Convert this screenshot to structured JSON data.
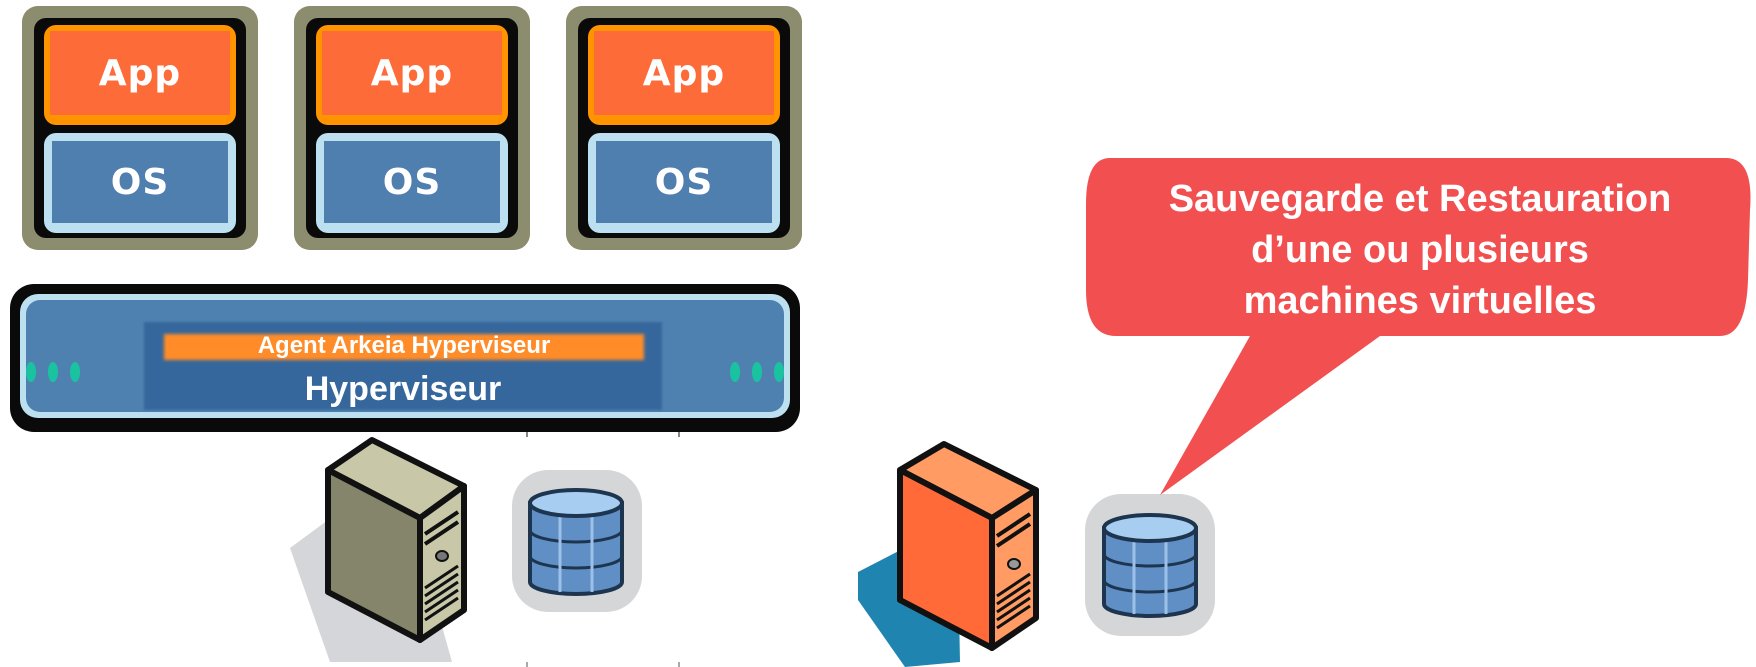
{
  "vms": [
    {
      "app_label": "App",
      "os_label": "OS"
    },
    {
      "app_label": "App",
      "os_label": "OS"
    },
    {
      "app_label": "App",
      "os_label": "OS"
    }
  ],
  "hypervisor": {
    "agent_label": "Agent Arkeia Hyperviseur",
    "label": "Hyperviseur"
  },
  "callout": {
    "lines": [
      "Sauvegarde et Restauration",
      "d’une ou plusieurs",
      "machines virtuelles"
    ]
  },
  "icons": [
    "server-tower-icon",
    "database-icon",
    "backup-server-tower-icon",
    "backup-database-icon"
  ],
  "colors": {
    "app": "#fc6b38",
    "os": "#4f7fae",
    "hypervisor": "#4f81b0",
    "agent_bar": "#ff8c28",
    "callout": "#f25050",
    "server_left": "#85856b",
    "server_right": "#ff6a38",
    "database": "#5f8fc5"
  }
}
